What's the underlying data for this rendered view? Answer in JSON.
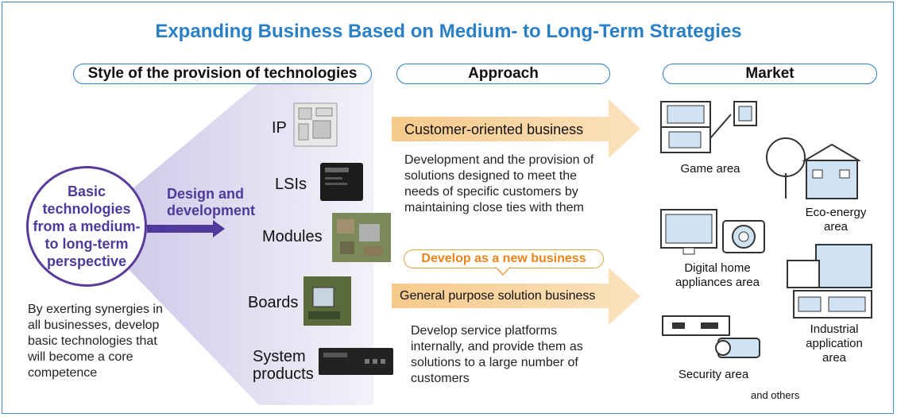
{
  "title": "Expanding Business Based on Medium- to Long-Term Strategies",
  "headers": {
    "style": "Style of the provision of technologies",
    "approach": "Approach",
    "market": "Market"
  },
  "core": {
    "label": "Basic technologies from a medium- to long-term perspective",
    "design": "Design and development",
    "note": "By exerting synergies in all businesses, develop basic technologies that will become a core competence"
  },
  "products": [
    "IP",
    "LSIs",
    "Modules",
    "Boards",
    "System products"
  ],
  "approaches": {
    "customer": {
      "label": "Customer-oriented business",
      "description": "Development and the provision of solutions designed to meet the needs of specific customers by maintaining close ties with them"
    },
    "new_business": "Develop as a new business",
    "general": {
      "label": "General purpose solution business",
      "description": "Develop service platforms internally, and provide them as solutions to a large number of customers"
    }
  },
  "markets": [
    "Game area",
    "Eco-energy area",
    "Digital home appliances area",
    "Industrial application area",
    "Security area",
    "and others"
  ],
  "colors": {
    "accent": "#2a80c6",
    "core": "#4f3a9b",
    "arrow": "#f6c98a",
    "new_business": "#e8841a"
  }
}
